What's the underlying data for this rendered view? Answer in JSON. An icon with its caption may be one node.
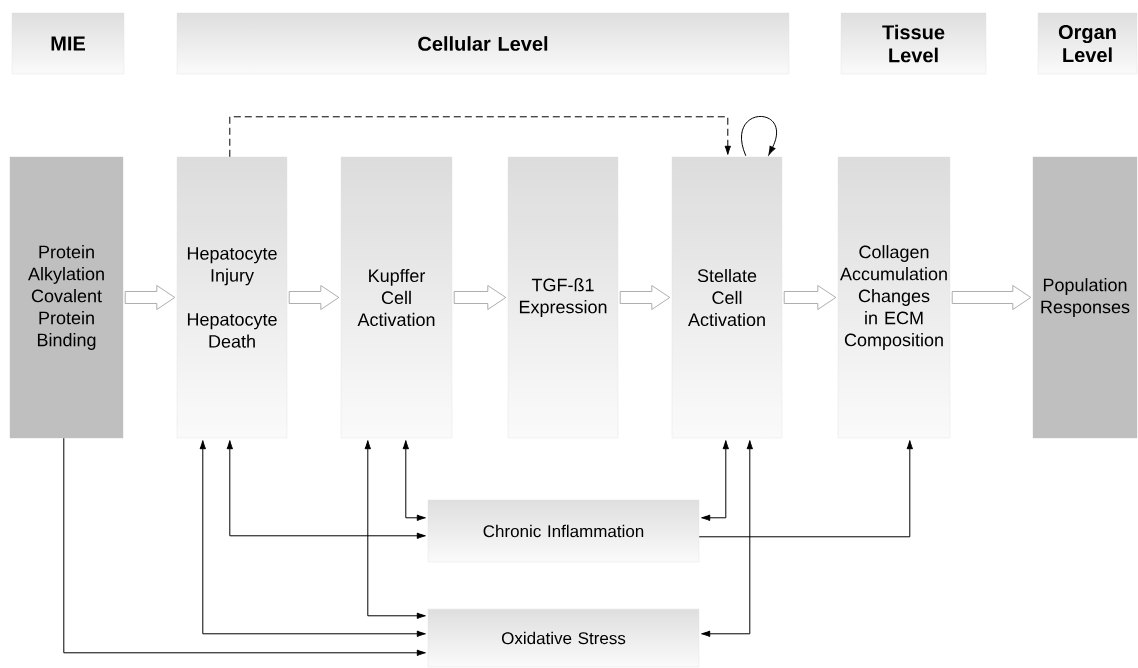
{
  "diagram": {
    "nodes": [
      {
        "text": [
          "MIE"
        ]
      },
      {
        "text": [
          "Cellular Level"
        ]
      },
      {
        "text": [
          "Tissue Level"
        ]
      },
      {
        "text": [
          "Organ Level"
        ]
      },
      {
        "text": [
          "Protein Alkylation Covalent Protein Binding"
        ]
      },
      {
        "text": [
          "Hepatocyte Injury",
          "Hepatocyte Death"
        ]
      },
      {
        "text": [
          "Kupffer Cell Activation"
        ]
      },
      {
        "text": [
          "TGF-ß1 Expression"
        ]
      },
      {
        "text": [
          "Stellate Cell Activation"
        ]
      },
      {
        "text": [
          "Collagen Accumulation Changes in ECM Composition"
        ]
      },
      {
        "text": [
          "Population Responses"
        ]
      },
      {
        "text": [
          "Chronic Inflammation"
        ]
      },
      {
        "text": [
          "Oxidative Stress"
        ]
      }
    ],
    "edges": [
      {
        "from": 4,
        "to": 5,
        "arrow": "to"
      },
      {
        "from": 5,
        "to": 6,
        "arrow": "to"
      },
      {
        "from": 6,
        "to": 7,
        "arrow": "to"
      },
      {
        "from": 7,
        "to": 8,
        "arrow": "to"
      },
      {
        "from": 8,
        "to": 9,
        "arrow": "to"
      },
      {
        "from": 9,
        "to": 10,
        "arrow": "to"
      },
      {
        "from": 5,
        "to": 8,
        "arrow": "to",
        "style": "dashed"
      },
      {
        "from": 8,
        "to": 8,
        "arrow": "to"
      },
      {
        "from": 5,
        "to": 11,
        "arrow": "both"
      },
      {
        "from": 5,
        "to": 12,
        "arrow": "both"
      },
      {
        "from": 6,
        "to": 11,
        "arrow": "both"
      },
      {
        "from": 6,
        "to": 12,
        "arrow": "both"
      },
      {
        "from": 8,
        "to": 11,
        "arrow": "both"
      },
      {
        "from": 8,
        "to": 12,
        "arrow": "both"
      },
      {
        "from": 11,
        "to": 9,
        "arrow": "to"
      },
      {
        "from": 4,
        "to": 12,
        "arrow": "to"
      }
    ]
  }
}
